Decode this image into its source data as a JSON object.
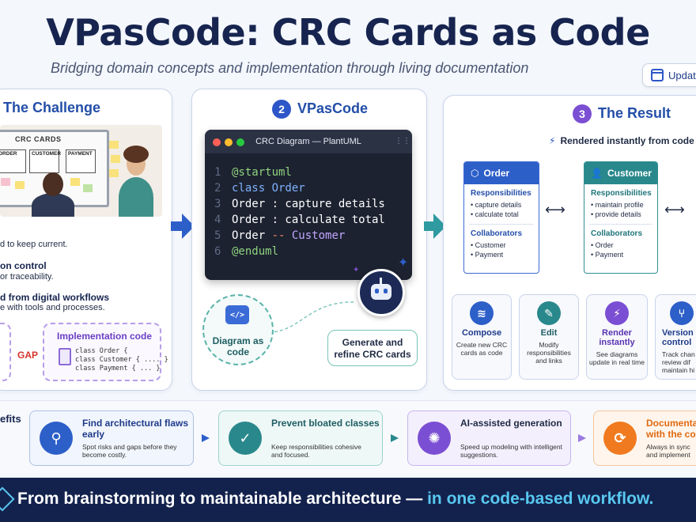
{
  "header": {
    "title": "VPasCode: CRC Cards as Code",
    "subtitle": "Bridging domain concepts and implementation through living documentation",
    "update_label": "Update"
  },
  "challenge": {
    "number": "",
    "title": "The Challenge",
    "whiteboard_title": "CRC CARDS",
    "whiteboard_cards": [
      "ORDER",
      "CUSTOMER",
      "PAYMENT"
    ],
    "line1": "d to keep current.",
    "point2_title": "on control",
    "point2_desc": "or traceability.",
    "point3_title": "d from digital workflows",
    "point3_desc": "e with tools and processes.",
    "gap_label": "GAP",
    "impl_title": "Implementation code",
    "impl_lines": [
      "class Order {",
      "class Customer { .... }",
      "class Payment { ... }"
    ]
  },
  "vpascode": {
    "number": "2",
    "title": "VPasCode",
    "window_title": "CRC Diagram — PlantUML",
    "code": [
      {
        "n": "1",
        "text": "@startuml",
        "color": "#8fd27f"
      },
      {
        "n": "2",
        "text": "class Order",
        "color": "#7fb2ff"
      },
      {
        "n": "3",
        "text": "Order : capture details",
        "color": "#ffffff"
      },
      {
        "n": "4",
        "text": "Order : calculate total",
        "color": "#ffffff"
      },
      {
        "n": "5",
        "text_a": "Order ",
        "text_op": "--",
        "text_b": " Customer",
        "color": "#ffffff",
        "op_color": "#ff8a6b",
        "b_color": "#c3a6ff"
      },
      {
        "n": "6",
        "text": "@enduml",
        "color": "#8fd27f"
      }
    ],
    "diagram_label": "Diagram as code",
    "generate_label": "Generate and refine CRC cards"
  },
  "result": {
    "number": "3",
    "title": "The Result",
    "subtitle": "Rendered instantly from code",
    "cards": [
      {
        "name": "Order",
        "resp_label": "Responsibilities",
        "responsibilities": [
          "capture details",
          "calculate total"
        ],
        "collab_label": "Collaborators",
        "collaborators": [
          "Customer",
          "Payment"
        ]
      },
      {
        "name": "Customer",
        "resp_label": "Responsibilities",
        "responsibilities": [
          "maintain profile",
          "provide details"
        ],
        "collab_label": "Collaborators",
        "collaborators": [
          "Order",
          "Payment"
        ]
      }
    ],
    "features": [
      {
        "title": "Compose",
        "desc": "Create new CRC cards as code",
        "color": "#2d5fc9"
      },
      {
        "title": "Edit",
        "desc": "Modify responsibilities and links",
        "color": "#29888c"
      },
      {
        "title": "Render instantly",
        "desc": "See diagrams update in real time",
        "color": "#7b4fd3"
      },
      {
        "title": "Version control",
        "desc": "Track chan review dif maintain hi",
        "color": "#2d5fc9"
      }
    ]
  },
  "benefits": {
    "label": "efits",
    "items": [
      {
        "title": "Find architectural flaws early",
        "desc": "Spot risks and gaps before they become costly.",
        "color": "#2d5fc9",
        "title_color": "#1f3b8a"
      },
      {
        "title": "Prevent bloated classes",
        "desc": "Keep responsibilities cohesive and focused.",
        "color": "#29888c",
        "title_color": "#1e5d62"
      },
      {
        "title": "AI-assisted generation",
        "desc": "Speed up modeling with intelligent suggestions.",
        "color": "#7b4fd3",
        "title_color": "#1f2a44"
      },
      {
        "title": "Documenta with the co",
        "desc": "Always in sync and implement",
        "color": "#f07a1f",
        "title_color": "#e06a12"
      }
    ]
  },
  "footer": {
    "text_main": "From brainstorming to maintainable architecture — ",
    "text_highlight": "in one code-based workflow."
  }
}
